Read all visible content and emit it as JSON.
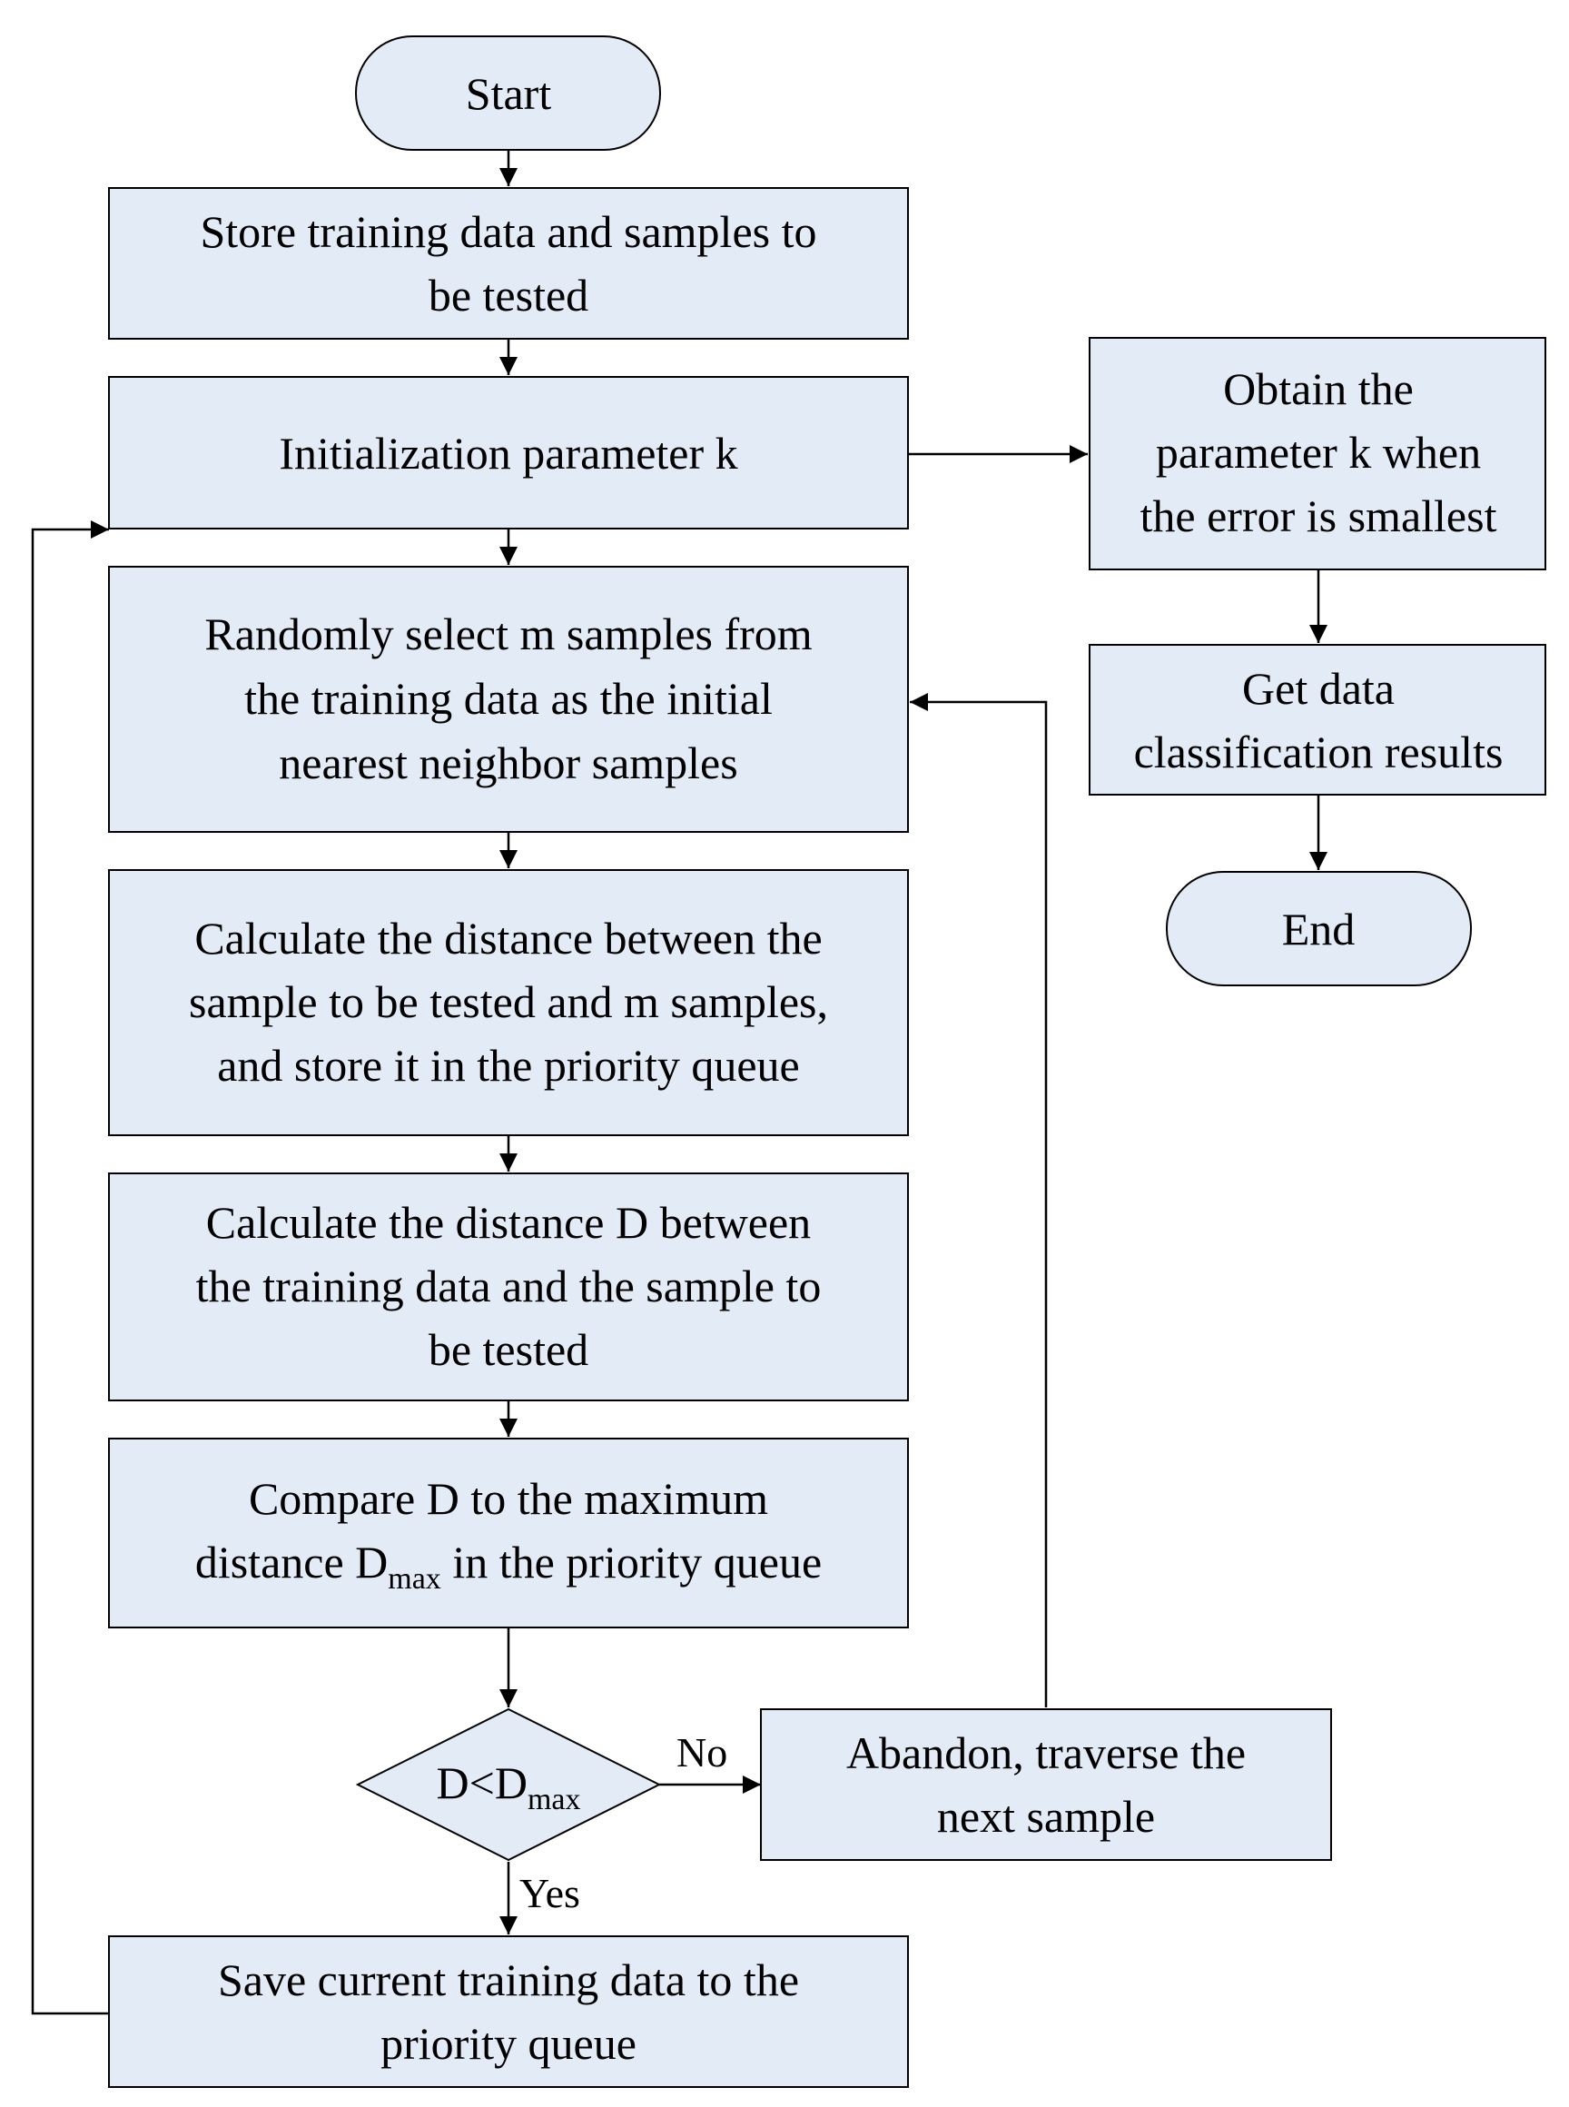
{
  "nodes": {
    "start": {
      "label": "Start"
    },
    "store": {
      "lines": [
        "Store training data and samples to",
        "be tested"
      ]
    },
    "init": {
      "label": "Initialization parameter k"
    },
    "obtain": {
      "lines": [
        "Obtain the",
        "parameter k when",
        "the error is smallest"
      ]
    },
    "select": {
      "lines": [
        "Randomly select m samples from",
        "the training data as the initial",
        "nearest neighbor samples"
      ]
    },
    "getdata": {
      "lines": [
        "Get data",
        "classification results"
      ]
    },
    "end": {
      "label": "End"
    },
    "calc_m": {
      "lines": [
        "Calculate the distance between the",
        "sample to be tested and m samples,",
        "and store it in the priority queue"
      ]
    },
    "calc_d": {
      "lines": [
        "Calculate the distance D between",
        "the training data and the sample to",
        "be tested"
      ]
    },
    "compare": {
      "line1": "Compare D to the maximum",
      "line2_pre": "distance D",
      "line2_sub": "max",
      "line2_post": " in the priority queue"
    },
    "decision": {
      "pre": "D<D",
      "sub": "max"
    },
    "abandon": {
      "lines": [
        "Abandon, traverse the",
        "next sample"
      ]
    },
    "save": {
      "lines": [
        "Save current training data to the",
        "priority queue"
      ]
    }
  },
  "edge_labels": {
    "no": "No",
    "yes": "Yes"
  }
}
